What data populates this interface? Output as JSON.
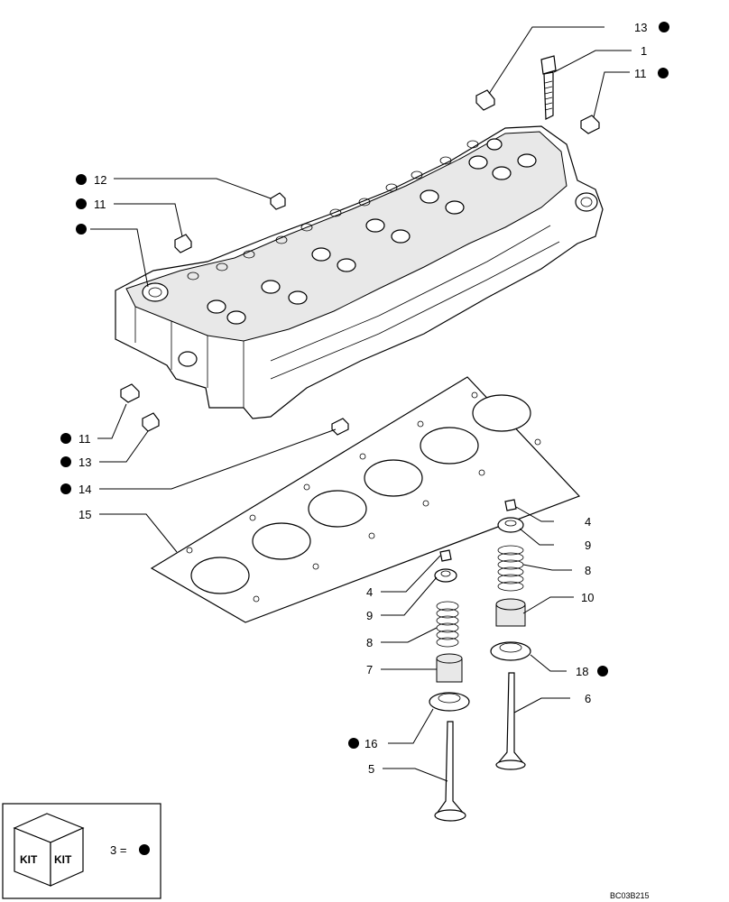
{
  "callouts": {
    "c13_top": "13",
    "c1": "1",
    "c11_top": "11",
    "c12": "12",
    "c11_left": "11",
    "c11_mid": "11",
    "c13_mid": "13",
    "c14": "14",
    "c15": "15",
    "c4_right": "4",
    "c9_right": "9",
    "c8_right": "8",
    "c10": "10",
    "c18": "18",
    "c6": "6",
    "c4_left": "4",
    "c9_left": "9",
    "c8_left": "8",
    "c7": "7",
    "c16": "16",
    "c5": "5"
  },
  "kit_box": {
    "kit_label_1": "KIT",
    "kit_label_2": "KIT",
    "equation": "3 ="
  },
  "drawing_ref": "BC03B215",
  "icons": {
    "kit_marker": "filled-circle",
    "kit_box_icon": "cube-kit-icon"
  }
}
